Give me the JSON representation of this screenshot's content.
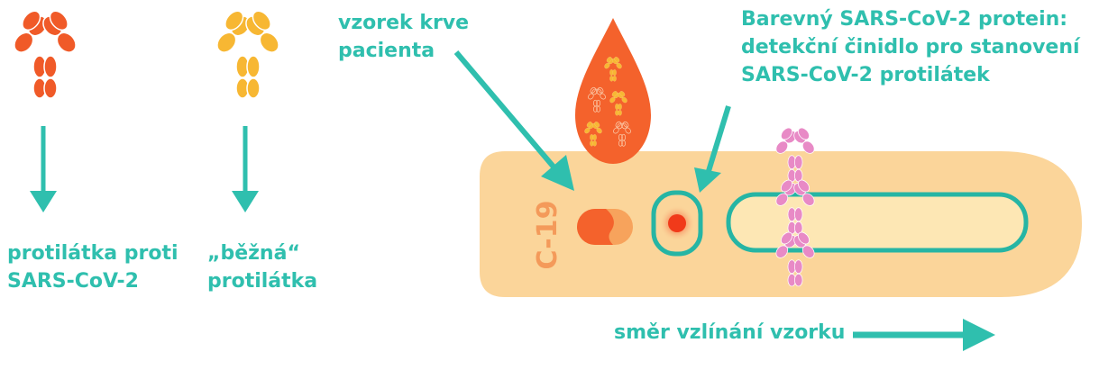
{
  "labels": {
    "sars_antibody": [
      "protilátka proti",
      "SARS-CoV-2"
    ],
    "common_antibody": [
      "„běžná“",
      "protilátka"
    ],
    "blood_sample": [
      "vzorek krve",
      "pacienta"
    ],
    "reagent": [
      "Barevný SARS-CoV-2 protein:",
      "detekční činidlo pro stanovení",
      "SARS-CoV-2 protilátek"
    ],
    "flow_direction": "směr vzlínání vzorku",
    "strip_code": "C-19"
  },
  "colors": {
    "teal": "#2fbfae",
    "sars_antibody": "#f05a28",
    "common_antibody": "#f7b733",
    "strip": "#fbd59a",
    "drop": "#f4622c",
    "pink_antibody": "#e88ac6"
  },
  "icons": {
    "sars_antibody": "y-shaped-antibody-icon",
    "common_antibody": "y-shaped-antibody-icon",
    "blood_drop": "blood-drop-icon",
    "test_line_antibody": "y-shaped-antibody-icon"
  }
}
